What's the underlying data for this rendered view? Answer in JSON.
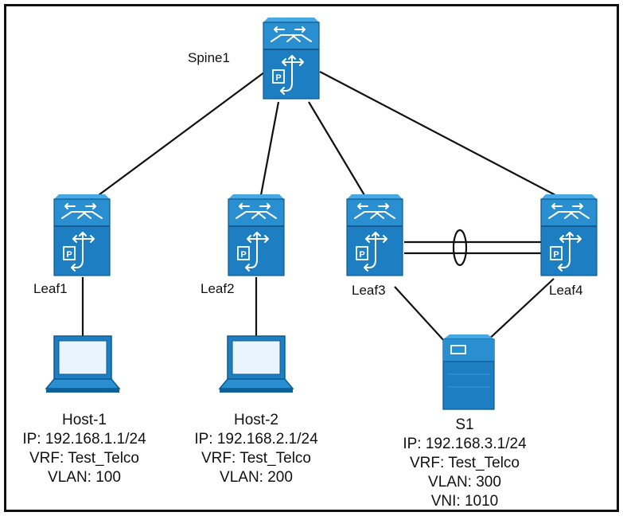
{
  "colors": {
    "switch_face": "#1c7fc0",
    "switch_top": "#3fa3e0",
    "switch_side": "#0f5f98",
    "link": "#111111"
  },
  "nodes": {
    "spine1": {
      "label": "Spine1",
      "icon": "spine-switch-icon"
    },
    "leaf1": {
      "label": "Leaf1",
      "icon": "leaf-switch-icon"
    },
    "leaf2": {
      "label": "Leaf2",
      "icon": "leaf-switch-icon"
    },
    "leaf3": {
      "label": "Leaf3",
      "icon": "leaf-switch-icon"
    },
    "leaf4": {
      "label": "Leaf4",
      "icon": "leaf-switch-icon"
    }
  },
  "endpoints": {
    "host1": {
      "icon": "laptop-icon",
      "name": "Host-1",
      "ip": "IP: 192.168.1.1/24",
      "vrf": "VRF: Test_Telco",
      "vlan": "VLAN: 100"
    },
    "host2": {
      "icon": "laptop-icon",
      "name": "Host-2",
      "ip": "IP: 192.168.2.1/24",
      "vrf": "VRF: Test_Telco",
      "vlan": "VLAN: 200"
    },
    "s1": {
      "icon": "server-icon",
      "name": "S1",
      "ip": "IP: 192.168.3.1/24",
      "vrf": "VRF: Test_Telco",
      "vlan": "VLAN: 300",
      "vni": "VNI: 1010"
    }
  }
}
